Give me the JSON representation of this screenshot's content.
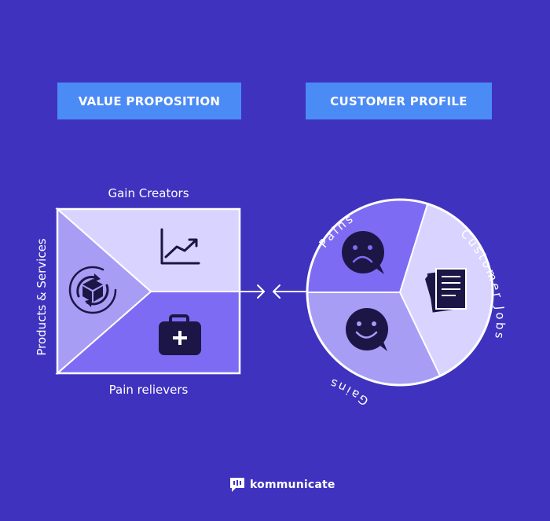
{
  "headers": {
    "value_proposition": "VALUE PROPOSITION",
    "customer_profile": "CUSTOMER PROFILE"
  },
  "value_map": {
    "gain_creators": "Gain Creators",
    "pain_relievers": "Pain relievers",
    "products_services": "Products & Services"
  },
  "customer_profile": {
    "pains": "Pains",
    "gains": "Gains",
    "customer_jobs": "Customer Jobs"
  },
  "brand": {
    "name": "kommunicate"
  },
  "colors": {
    "background": "#3f32bf",
    "header": "#4b8bf5",
    "pale": "#d9d4ff",
    "mid": "#a89df5",
    "deep": "#7d6cf3",
    "icon": "#1c1647"
  },
  "icons": {
    "products": "rotating-box-icon",
    "gain": "growth-chart-icon",
    "pain": "first-aid-kit-icon",
    "pains": "sad-chat-icon",
    "gains": "smile-chat-icon",
    "jobs": "documents-icon"
  }
}
